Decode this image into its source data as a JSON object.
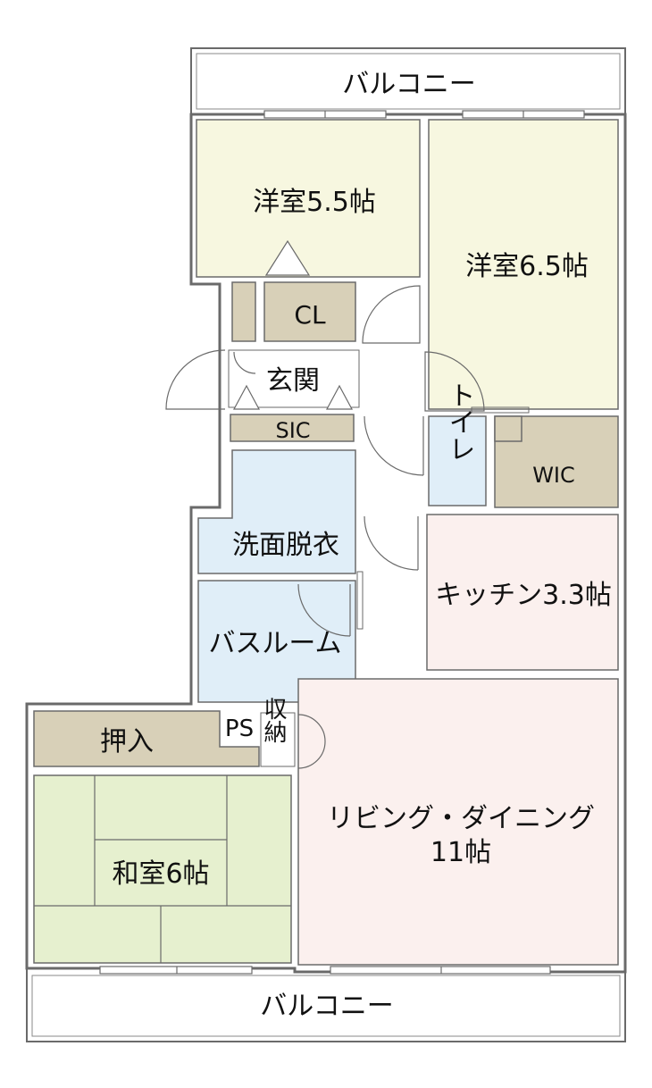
{
  "rooms": {
    "balcony_top": "バルコニー",
    "western_55": "洋室5.5帖",
    "western_65": "洋室6.5帖",
    "cl": "CL",
    "entrance": "玄関",
    "sic": "SIC",
    "toilet": "トイレ",
    "wic": "WIC",
    "washroom": "洗面脱衣",
    "kitchen": "キッチン3.3帖",
    "bathroom": "バスルーム",
    "ps": "PS",
    "storage": "収納",
    "oshiire": "押入",
    "living_line1": "リビング・ダイニング",
    "living_line2": "11帖",
    "washitsu": "和室6帖",
    "balcony_bottom": "バルコニー"
  },
  "colors": {
    "western": "#f7f7e0",
    "closet": "#d8d0b8",
    "wet_area": "#e0eef8",
    "living": "#fbf0ee",
    "tatami": "#e6f0cf",
    "wall": "#6a6a6a"
  }
}
